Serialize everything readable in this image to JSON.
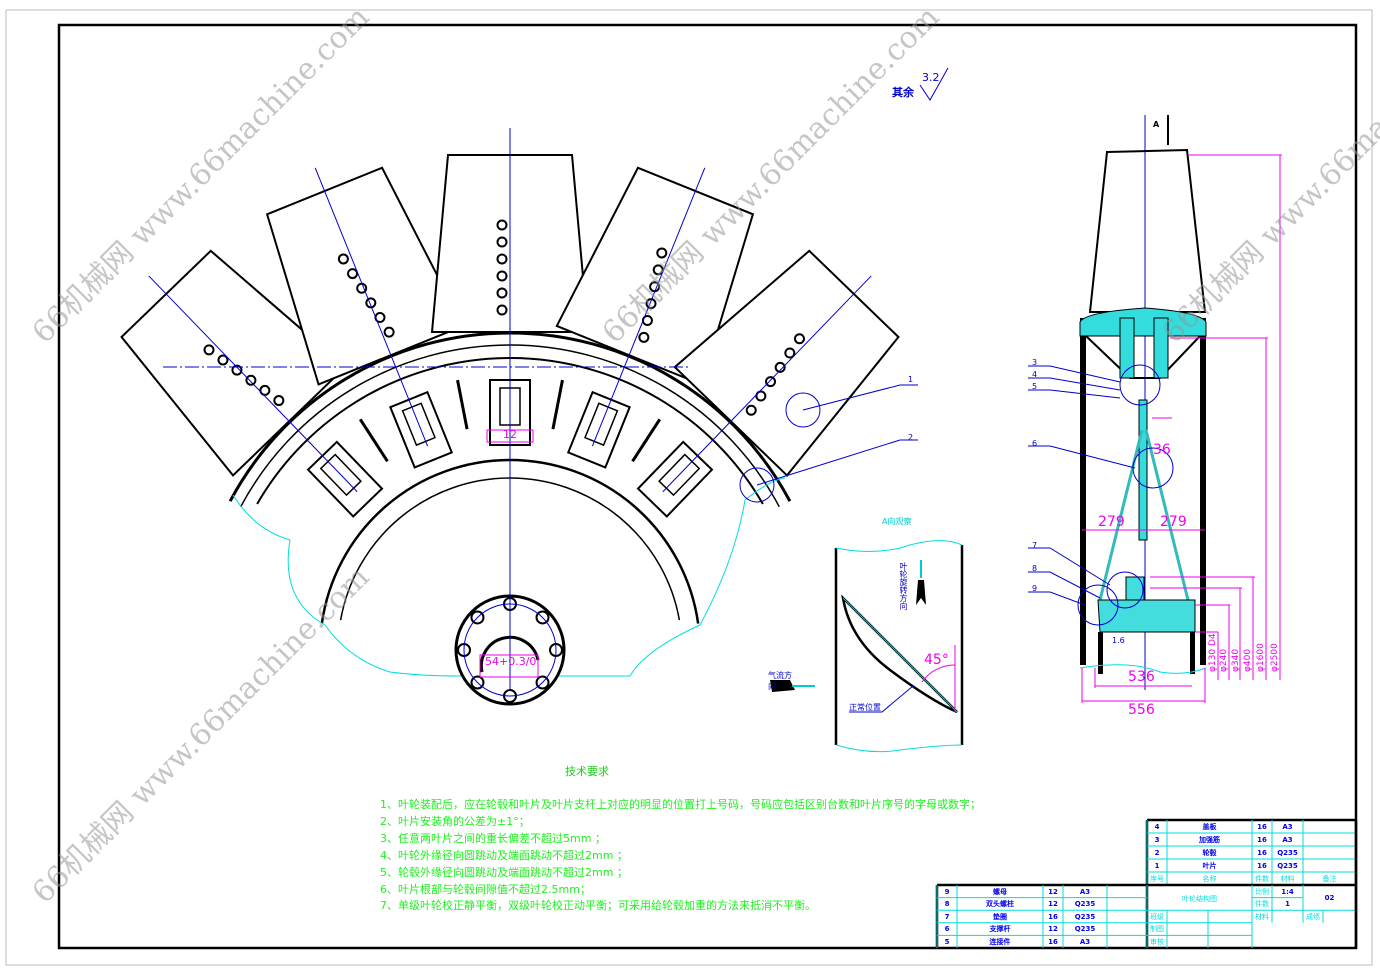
{
  "drawing": {
    "surface_finish": {
      "prefix": "其余",
      "value": "3.2"
    },
    "view_a_title": "A向观察",
    "view_a_marker": "A",
    "rotation_label": "叶轮旋转方向",
    "airflow_label": "气流方向",
    "normal_position_label": "正常位置",
    "angle_label": "45°",
    "leaders_front": [
      "1",
      "2"
    ],
    "leaders_side": [
      "3",
      "4",
      "5",
      "6",
      "7",
      "8",
      "9"
    ],
    "dims": {
      "slot_width": "12",
      "hub_key": "54+0.3/0",
      "shaft": "36",
      "half_left": "279",
      "half_right": "279",
      "width_inner": "536",
      "width_outer": "556",
      "roughness_small": "1.6",
      "diameters": [
        "φ130 D4",
        "φ240",
        "φ340",
        "φ400",
        "φ1600",
        "φ2500"
      ]
    }
  },
  "tech_requirements": {
    "title": "技术要求",
    "items": [
      "1、叶轮装配后，应在轮毂和叶片及叶片支杆上对应的明显的位置打上号码，号码应包括区别台数和叶片序号的字母或数字；",
      "2、叶片安装角的公差为±1°；",
      "3、任意两叶片之间的重长偏差不超过5mm ；",
      "4、叶轮外缘径向圆跳动及端面跳动不超过2mm ；",
      "5、轮毂外缘径向圆跳动及端面跳动不超过2mm ；",
      "6、叶片根部与轮毂间隙值不超过2.5mm；",
      "7、单级叶轮校正静平衡，双级叶轮校正动平衡；可采用给轮毂加重的方法来抵消不平衡。"
    ]
  },
  "parts_top": [
    {
      "no": "4",
      "name": "盖板",
      "qty": "16",
      "material": "A3",
      "note": ""
    },
    {
      "no": "3",
      "name": "加强筋",
      "qty": "16",
      "material": "A3",
      "note": ""
    },
    {
      "no": "2",
      "name": "轮毂",
      "qty": "16",
      "material": "Q235",
      "note": ""
    },
    {
      "no": "1",
      "name": "叶片",
      "qty": "16",
      "material": "Q235",
      "note": ""
    }
  ],
  "parts_header": {
    "no": "序号",
    "name": "名称",
    "qty": "件数",
    "material": "材料",
    "note": "备注"
  },
  "parts_bottom": [
    {
      "no": "9",
      "name": "螺母",
      "qty": "12",
      "material": "A3"
    },
    {
      "no": "8",
      "name": "双头螺柱",
      "qty": "12",
      "material": "Q235"
    },
    {
      "no": "7",
      "name": "垫圈",
      "qty": "16",
      "material": "Q235"
    },
    {
      "no": "6",
      "name": "支撑杆",
      "qty": "12",
      "material": "Q235"
    },
    {
      "no": "5",
      "name": "连接件",
      "qty": "16",
      "material": "A3"
    }
  ],
  "title_block": {
    "drawing_title": "叶轮结构图",
    "scale_label": "比例",
    "scale": "1:4",
    "count_label": "件数",
    "count": "1",
    "drawing_no": "02",
    "class_label": "班级",
    "material_label": "材料",
    "grade_label": "成绩",
    "drawn_label": "制图",
    "review_label": "审核"
  },
  "watermark": "66机械网 www.66machine.com"
}
